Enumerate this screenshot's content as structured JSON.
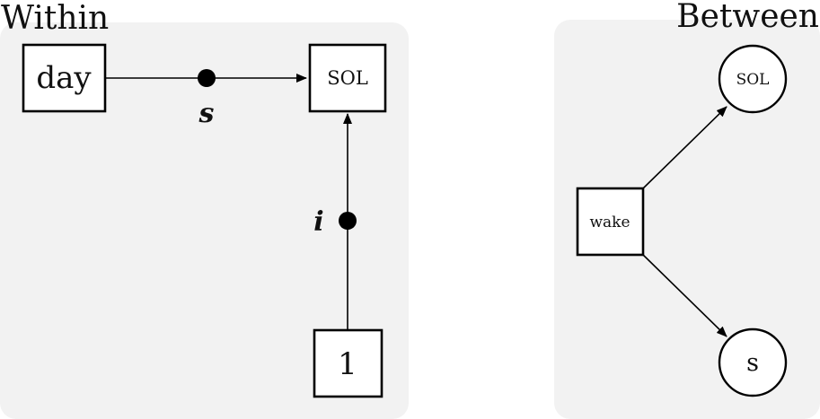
{
  "within": {
    "title": "Within",
    "nodes": {
      "day": "day",
      "sol": "SOL",
      "one": "1"
    },
    "params": {
      "slope": "s",
      "intercept": "i"
    }
  },
  "between": {
    "title": "Between",
    "nodes": {
      "wake": "wake",
      "sol": "SOL",
      "s": "s"
    }
  }
}
